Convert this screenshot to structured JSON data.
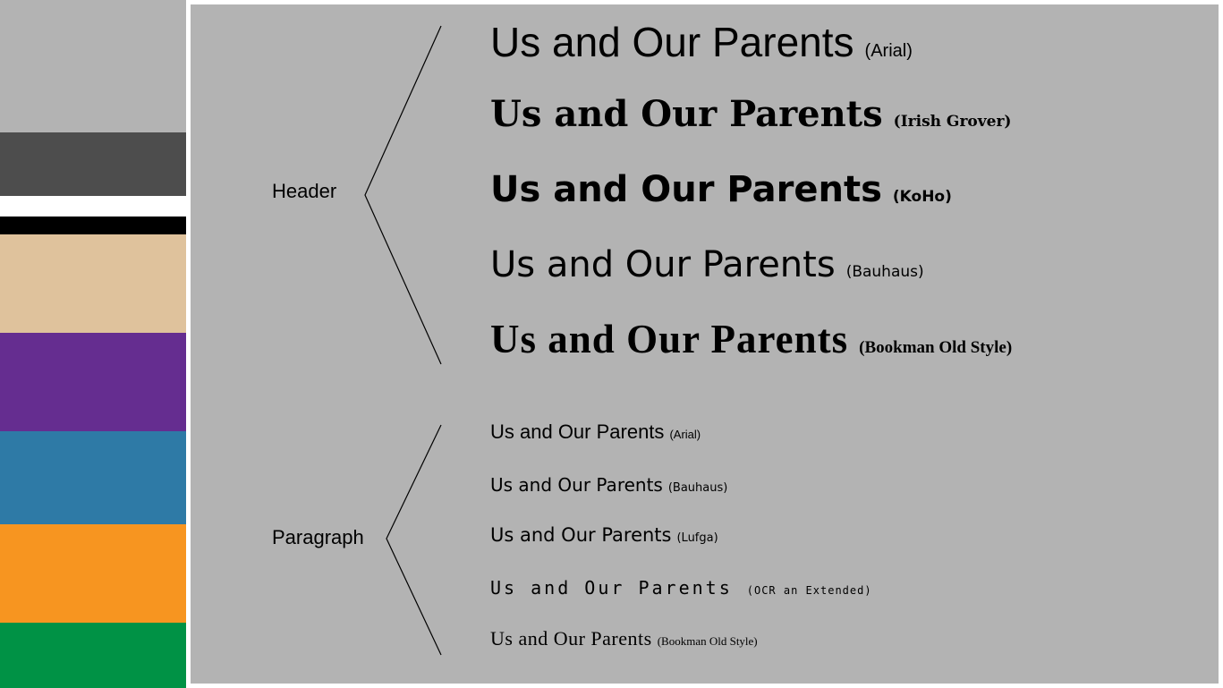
{
  "palette": {
    "swatches": [
      "#b3b3b3",
      "#4d4d4d",
      "#000000",
      "#dfc29c",
      "#652d90",
      "#2e7aa6",
      "#f79520",
      "#009245"
    ]
  },
  "panel": {
    "background": "#b3b3b3"
  },
  "header_group": {
    "label": "Header",
    "samples": [
      {
        "text": "Us and Our Parents",
        "font": "(Arial)"
      },
      {
        "text": "Us and Our Parents",
        "font": "(Irish Grover)"
      },
      {
        "text": "Us and Our Parents",
        "font": "(KoHo)"
      },
      {
        "text": "Us and Our Parents",
        "font": "(Bauhaus)"
      },
      {
        "text": "Us and Our Parents",
        "font": "(Bookman Old Style)"
      }
    ]
  },
  "paragraph_group": {
    "label": "Paragraph",
    "samples": [
      {
        "text": "Us and Our Parents",
        "font": "(Arial)"
      },
      {
        "text": "Us and Our Parents",
        "font": "(Bauhaus)"
      },
      {
        "text": "Us and Our Parents",
        "font": "(Lufga)"
      },
      {
        "text": "Us and Our Parents",
        "font": "(OCR an Extended)"
      },
      {
        "text": "Us and Our Parents",
        "font": "(Bookman Old Style)"
      }
    ]
  }
}
